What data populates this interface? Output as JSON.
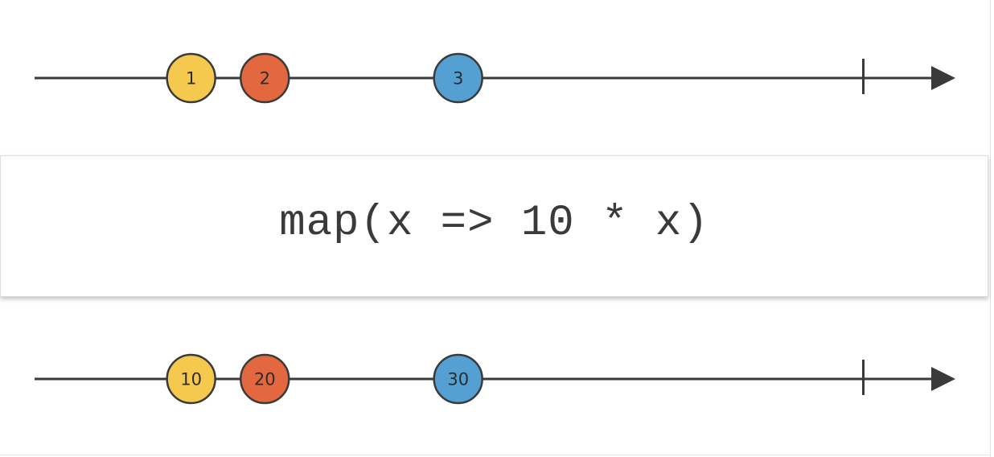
{
  "operator": {
    "label": "map(x => 10 * x)"
  },
  "colors": {
    "line": "#3a3a3a",
    "marble_yellow": "#f5c94e",
    "marble_red": "#e3683f",
    "marble_blue": "#55a0d3"
  },
  "input_stream": {
    "marbles": [
      {
        "label": "1",
        "color": "#f5c94e",
        "time": 0.17
      },
      {
        "label": "2",
        "color": "#e3683f",
        "time": 0.25
      },
      {
        "label": "3",
        "color": "#55a0d3",
        "time": 0.46
      }
    ],
    "complete_time": 0.9
  },
  "output_stream": {
    "marbles": [
      {
        "label": "10",
        "color": "#f5c94e",
        "time": 0.17
      },
      {
        "label": "20",
        "color": "#e3683f",
        "time": 0.25
      },
      {
        "label": "30",
        "color": "#55a0d3",
        "time": 0.46
      }
    ],
    "complete_time": 0.9
  }
}
